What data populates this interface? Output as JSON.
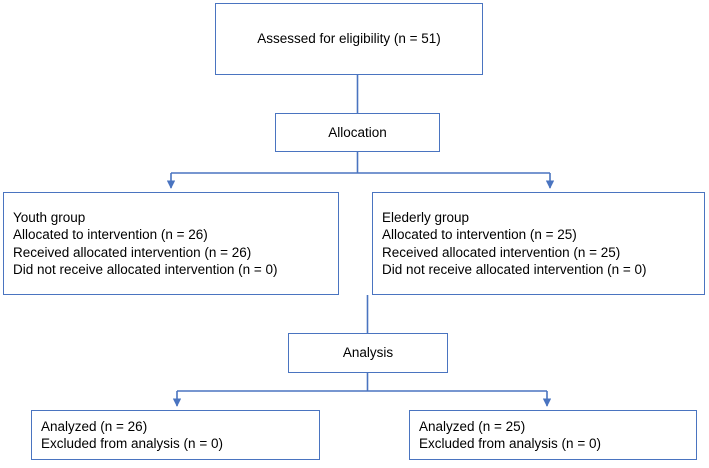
{
  "diagram": {
    "title": "CONSORT participant flow diagram",
    "stroke_color": "#4a74c0",
    "text_color": "#000000",
    "background_color": "#ffffff"
  },
  "nodes": {
    "screening": {
      "name": "assessed-for-eligibility",
      "lines": [
        "Assessed for eligibility (n = 51)"
      ],
      "align": "center"
    },
    "allocation": {
      "name": "allocation-stage",
      "lines": [
        "Allocation"
      ],
      "align": "center"
    },
    "youth": {
      "name": "youth-group",
      "align": "left",
      "lines": [
        "Youth group",
        "Allocated to intervention (n = 26)",
        "Received allocated intervention (n = 26)",
        "Did not receive allocated intervention (n = 0)"
      ]
    },
    "elderly": {
      "name": "elderly-group",
      "align": "left",
      "lines": [
        "Elederly group",
        "Allocated to intervention (n = 25)",
        "Received allocated intervention (n = 25)",
        "Did not receive allocated intervention (n = 0)"
      ]
    },
    "analysis": {
      "name": "analysis-stage",
      "lines": [
        "Analysis"
      ],
      "align": "center"
    },
    "analyzed_left": {
      "name": "analyzed-youth",
      "align": "left",
      "lines": [
        "Analyzed (n = 26)",
        "Excluded from analysis (n = 0)"
      ]
    },
    "analyzed_right": {
      "name": "analyzed-elderly",
      "align": "left",
      "lines": [
        "Analyzed (n = 25)",
        "Excluded from analysis (n = 0)"
      ]
    }
  },
  "connectors": [
    {
      "name": "screening-to-allocation",
      "type": "straight-down"
    },
    {
      "name": "allocation-split-to-youth",
      "type": "elbow-arrow"
    },
    {
      "name": "allocation-split-to-elderly",
      "type": "elbow-arrow"
    },
    {
      "name": "groups-to-analysis",
      "type": "straight-down"
    },
    {
      "name": "analysis-split-to-analyzed-youth",
      "type": "elbow-arrow"
    },
    {
      "name": "analysis-split-to-analyzed-elderly",
      "type": "elbow-arrow"
    }
  ]
}
